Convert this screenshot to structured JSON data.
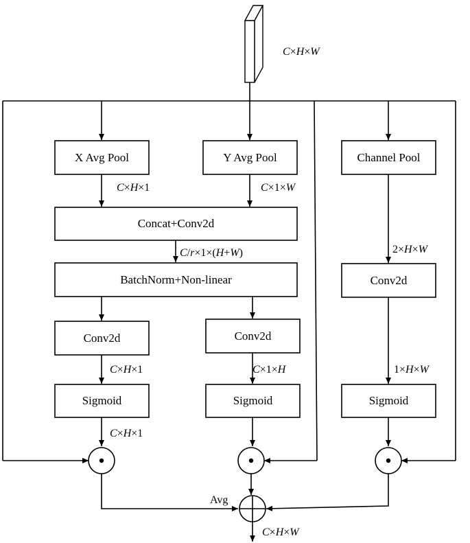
{
  "input": {
    "dims": [
      "C",
      "×",
      "H",
      "×",
      "W"
    ]
  },
  "output": {
    "dims": [
      "C",
      "×",
      "H",
      "×",
      "W"
    ]
  },
  "avg_label": "Avg",
  "nodes": {
    "x_avg_pool": "X Avg Pool",
    "y_avg_pool": "Y Avg Pool",
    "channel_pool": "Channel Pool",
    "concat_conv": "Concat+Conv2d",
    "batchnorm": "BatchNorm+Non-linear",
    "conv_x": "Conv2d",
    "conv_y": "Conv2d",
    "conv_c": "Conv2d",
    "sigmoid_x": "Sigmoid",
    "sigmoid_y": "Sigmoid",
    "sigmoid_c": "Sigmoid"
  },
  "edge_labels": {
    "x_pool_out": [
      "C",
      "×",
      "H",
      "×1"
    ],
    "y_pool_out": [
      "C",
      "×1×",
      "W"
    ],
    "concat_out": [
      "C",
      "/",
      "r",
      "×1×(",
      "H",
      "+",
      "W",
      ")"
    ],
    "conv_x_out": [
      "C",
      "×",
      "H",
      "×1"
    ],
    "conv_y_out": [
      "C",
      "×1×",
      "H"
    ],
    "sigmoid_x_out": [
      "C",
      "×",
      "H",
      "×1"
    ],
    "channel_pool_out": [
      "2×",
      "H",
      "×",
      "W"
    ],
    "conv_c_out": [
      "1×",
      "H",
      "×",
      "W"
    ]
  }
}
